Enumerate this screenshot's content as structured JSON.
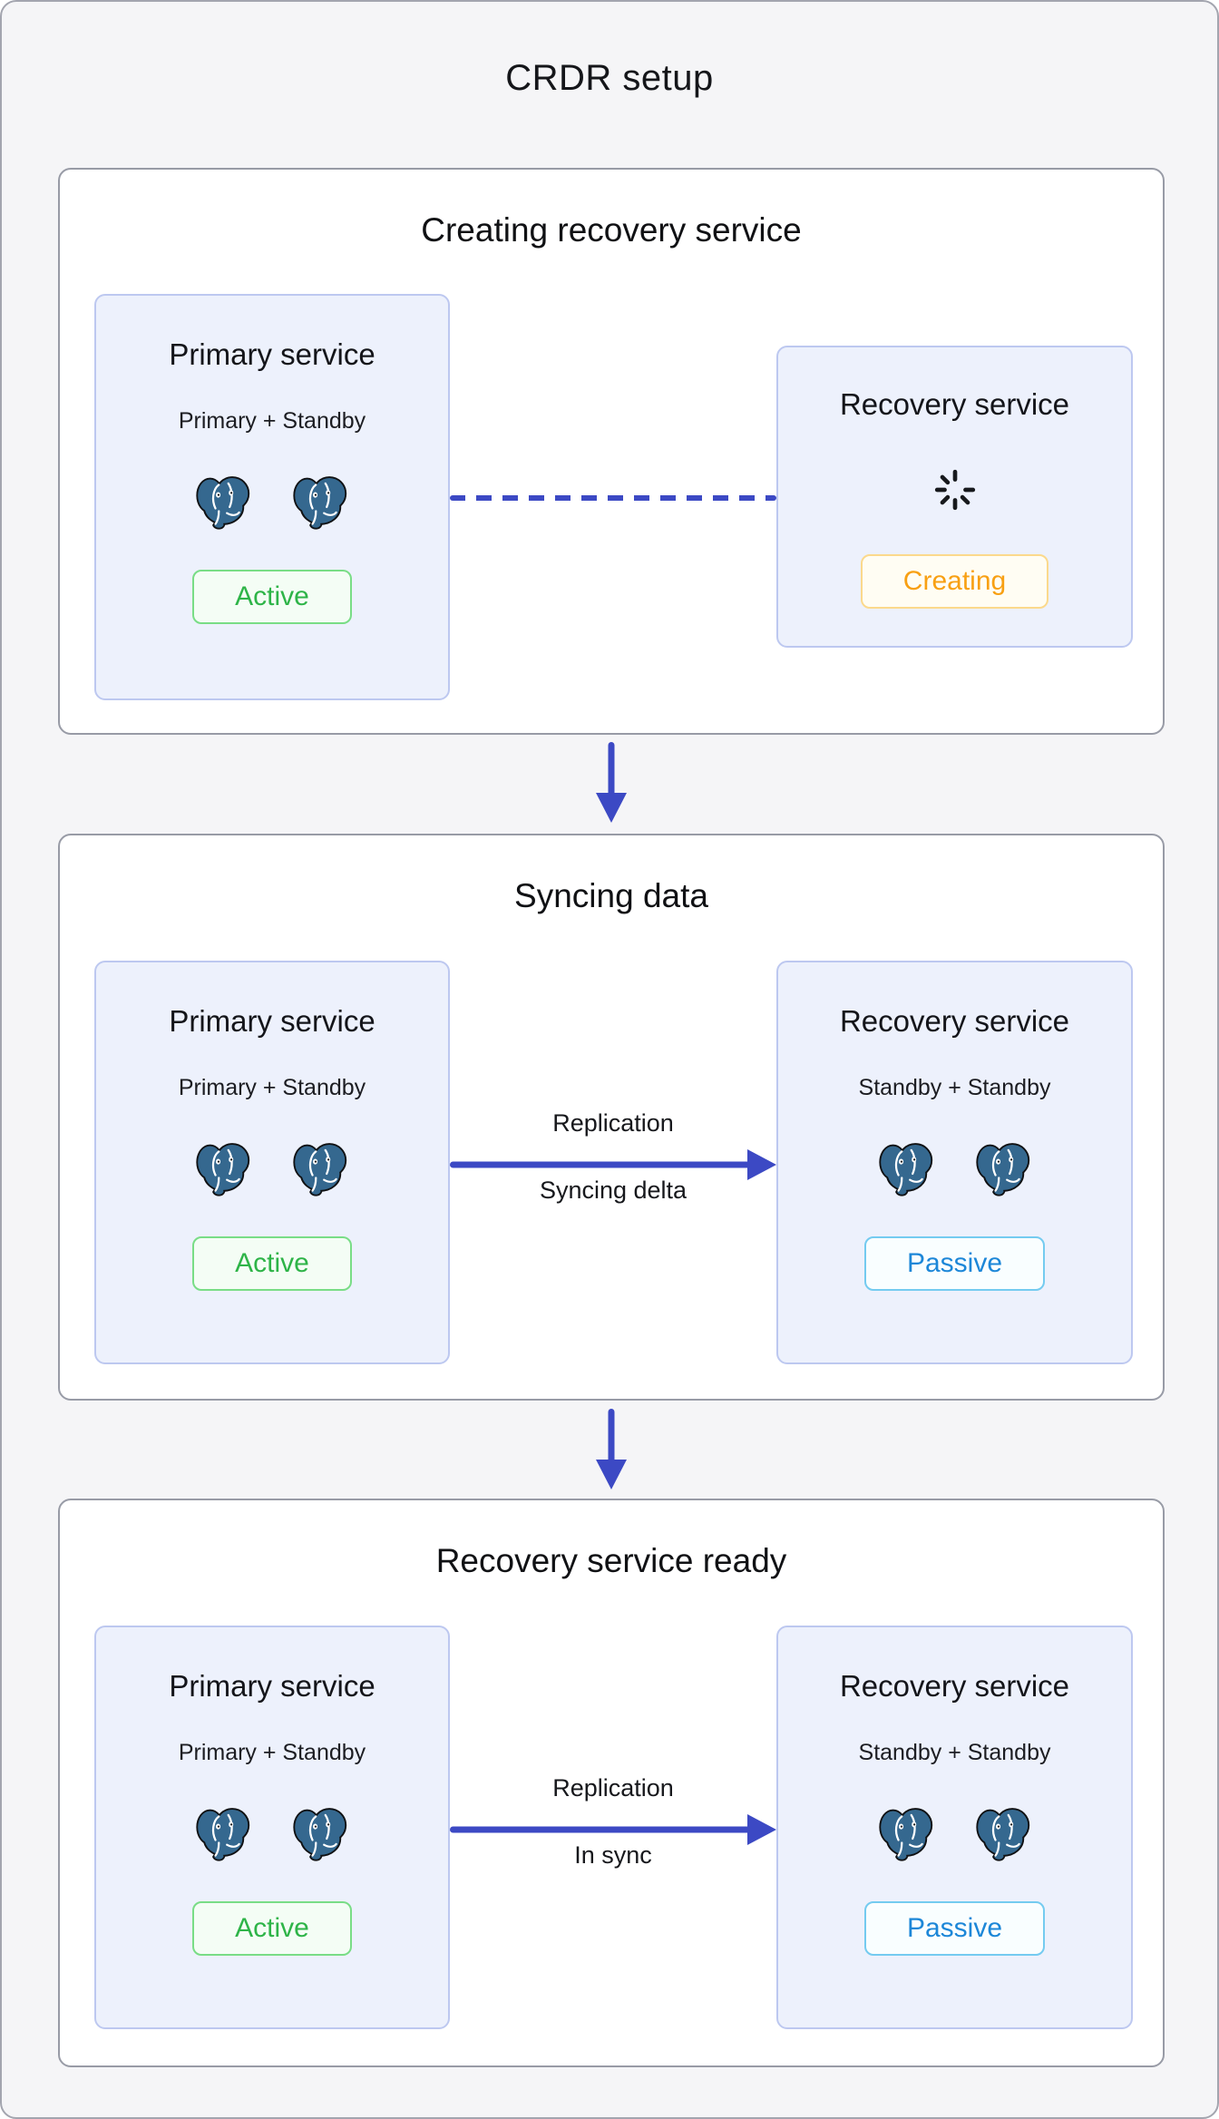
{
  "page": {
    "title": "CRDR setup"
  },
  "colors": {
    "page_background": "#f5f5f7",
    "stage_background": "#ffffff",
    "card_background": "#edf1fc",
    "card_border": "#bdc8f0",
    "accent_indigo": "#3c49c4",
    "active_green": "#2eb448",
    "creating_orange": "#f8a013",
    "passive_blue": "#1d87d8",
    "postgres_blue": "#35688f"
  },
  "sections": [
    {
      "title": "Creating recovery service",
      "primary_card": {
        "title": "Primary service",
        "subtitle": "Primary + Standby",
        "icons": [
          "postgres-elephant-icon",
          "postgres-elephant-icon"
        ],
        "badge": {
          "label": "Active",
          "status": "active"
        }
      },
      "recovery_card": {
        "title": "Recovery service",
        "icon": "loading-spinner-icon",
        "badge": {
          "label": "Creating",
          "status": "creating"
        }
      },
      "connector": {
        "style": "dashed-line"
      }
    },
    {
      "title": "Syncing data",
      "primary_card": {
        "title": "Primary service",
        "subtitle": "Primary + Standby",
        "icons": [
          "postgres-elephant-icon",
          "postgres-elephant-icon"
        ],
        "badge": {
          "label": "Active",
          "status": "active"
        }
      },
      "recovery_card": {
        "title": "Recovery service",
        "subtitle": "Standby + Standby",
        "icons": [
          "postgres-elephant-icon",
          "postgres-elephant-icon"
        ],
        "badge": {
          "label": "Passive",
          "status": "passive"
        }
      },
      "connector": {
        "style": "arrow-right",
        "label_top": "Replication",
        "label_bottom": "Syncing delta"
      }
    },
    {
      "title": "Recovery service ready",
      "primary_card": {
        "title": "Primary service",
        "subtitle": "Primary + Standby",
        "icons": [
          "postgres-elephant-icon",
          "postgres-elephant-icon"
        ],
        "badge": {
          "label": "Active",
          "status": "active"
        }
      },
      "recovery_card": {
        "title": "Recovery service",
        "subtitle": "Standby + Standby",
        "icons": [
          "postgres-elephant-icon",
          "postgres-elephant-icon"
        ],
        "badge": {
          "label": "Passive",
          "status": "passive"
        }
      },
      "connector": {
        "style": "arrow-right",
        "label_top": "Replication",
        "label_bottom": "In sync"
      }
    }
  ]
}
